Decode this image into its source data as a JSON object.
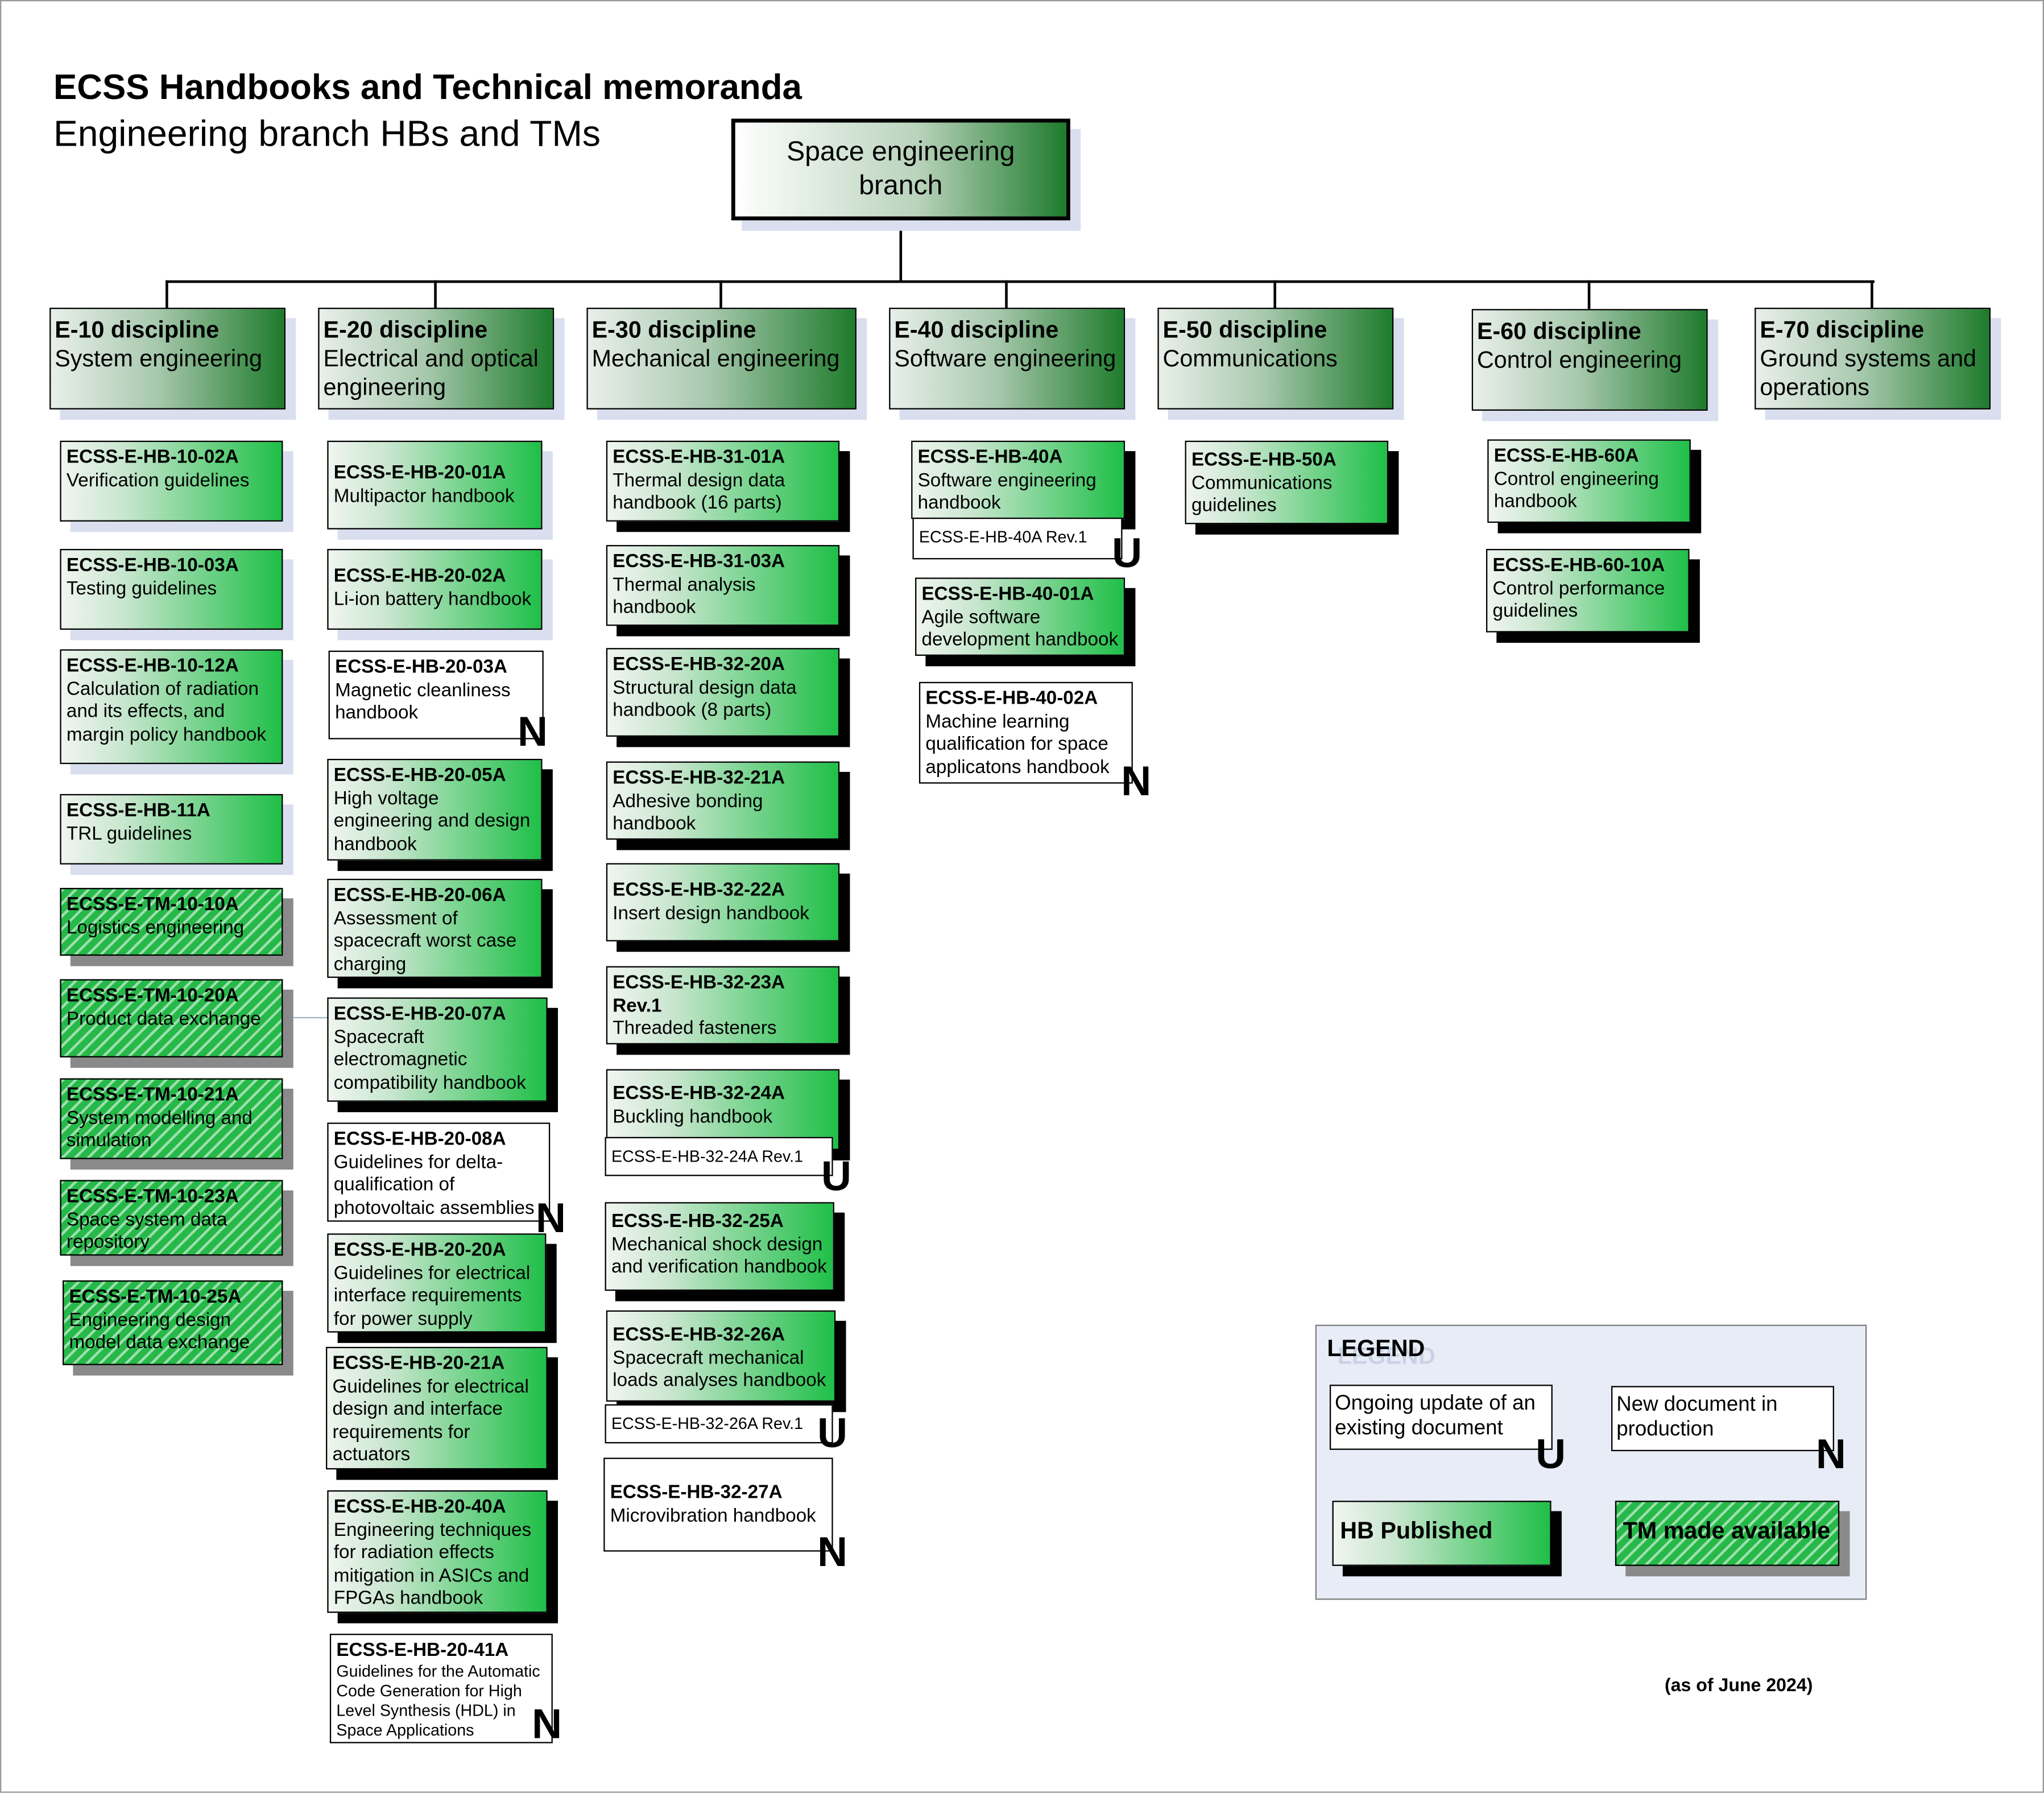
{
  "header": {
    "title": "ECSS Handbooks and Technical memoranda",
    "subtitle": "Engineering branch HBs and TMs"
  },
  "root": {
    "line1": "Space engineering",
    "line2": "branch"
  },
  "disciplines": [
    {
      "code": "E-10 discipline",
      "name": "System engineering"
    },
    {
      "code": "E-20 discipline",
      "name": "Electrical and optical engineering"
    },
    {
      "code": "E-30 discipline",
      "name": "Mechanical engineering"
    },
    {
      "code": "E-40 discipline",
      "name": "Software engineering"
    },
    {
      "code": "E-50 discipline",
      "name": "Communications"
    },
    {
      "code": "E-60 discipline",
      "name": "Control engineering"
    },
    {
      "code": "E-70 discipline",
      "name": "Ground systems and operations"
    }
  ],
  "e10": [
    {
      "code": "ECSS-E-HB-10-02A",
      "title": "Verification guidelines"
    },
    {
      "code": "ECSS-E-HB-10-03A",
      "title": "Testing guidelines"
    },
    {
      "code": "ECSS-E-HB-10-12A",
      "title": "Calculation of radiation and its effects, and margin policy handbook"
    },
    {
      "code": "ECSS-E-HB-11A",
      "title": "TRL guidelines"
    },
    {
      "code": "ECSS-E-TM-10-10A",
      "title": "Logistics engineering"
    },
    {
      "code": "ECSS-E-TM-10-20A",
      "title": "Product data exchange"
    },
    {
      "code": "ECSS-E-TM-10-21A",
      "title": "System modelling and simulation"
    },
    {
      "code": "ECSS-E-TM-10-23A",
      "title": "Space system data repository"
    },
    {
      "code": "ECSS-E-TM-10-25A",
      "title": "Engineering design model data exchange"
    }
  ],
  "e20": [
    {
      "code": "ECSS-E-HB-20-01A",
      "title": "Multipactor handbook"
    },
    {
      "code": "ECSS-E-HB-20-02A",
      "title": "Li-ion battery handbook"
    },
    {
      "code": "ECSS-E-HB-20-03A",
      "title": "Magnetic cleanliness handbook"
    },
    {
      "code": "ECSS-E-HB-20-05A",
      "title": "High voltage engineering and design handbook"
    },
    {
      "code": "ECSS-E-HB-20-06A",
      "title": "Assessment of spacecraft worst case charging"
    },
    {
      "code": "ECSS-E-HB-20-07A",
      "title": "Spacecraft electromagnetic compatibility handbook"
    },
    {
      "code": "ECSS-E-HB-20-08A",
      "title": "Guidelines for delta-qualification of photovoltaic assemblies"
    },
    {
      "code": "ECSS-E-HB-20-20A",
      "title": "Guidelines for electrical interface requirements for power supply"
    },
    {
      "code": "ECSS-E-HB-20-21A",
      "title": "Guidelines for electrical design and interface requirements for actuators"
    },
    {
      "code": "ECSS-E-HB-20-40A",
      "title": "Engineering techniques for radiation effects mitigation in ASICs and FPGAs handbook"
    },
    {
      "code": "ECSS-E-HB-20-41A",
      "title": "Guidelines for the Automatic Code Generation for High Level Synthesis (HDL) in Space Applications"
    }
  ],
  "e30": [
    {
      "code": "ECSS-E-HB-31-01A",
      "title": "Thermal design data handbook  (16 parts)"
    },
    {
      "code": "ECSS-E-HB-31-03A",
      "title": "Thermal analysis handbook"
    },
    {
      "code": "ECSS-E-HB-32-20A",
      "title": "Structural design data handbook (8 parts)"
    },
    {
      "code": "ECSS-E-HB-32-21A",
      "title": "Adhesive bonding handbook"
    },
    {
      "code": "ECSS-E-HB-32-22A",
      "title": "Insert design handbook"
    },
    {
      "code": "ECSS-E-HB-32-23A Rev.1",
      "title": "Threaded fasteners handbook"
    },
    {
      "code": "ECSS-E-HB-32-24A",
      "title": "Buckling handbook"
    },
    {
      "code": "ECSS-E-HB-32-25A",
      "title": "Mechanical shock design and verification handbook"
    },
    {
      "code": "ECSS-E-HB-32-26A",
      "title": "Spacecraft mechanical loads analyses handbook"
    },
    {
      "code": "ECSS-E-HB-32-27A",
      "title": "Microvibration handbook"
    }
  ],
  "e30_revs": {
    "r1": "ECSS-E-HB-32-24A Rev.1",
    "r2": "ECSS-E-HB-32-26A Rev.1"
  },
  "e40": [
    {
      "code": "ECSS-E-HB-40A",
      "title": "Software engineering handbook"
    },
    {
      "code": "ECSS-E-HB-40-01A",
      "title": "Agile software development handbook"
    },
    {
      "code": "ECSS-E-HB-40-02A",
      "title": "Machine learning qualification for space applicatons handbook"
    }
  ],
  "e40_revs": {
    "r1": "ECSS-E-HB-40A Rev.1"
  },
  "e50": [
    {
      "code": "ECSS-E-HB-50A",
      "title": "Communications guidelines"
    }
  ],
  "e60": [
    {
      "code": "ECSS-E-HB-60A",
      "title": "Control engineering handbook"
    },
    {
      "code": "ECSS-E-HB-60-10A",
      "title": "Control performance guidelines"
    }
  ],
  "marks": {
    "update": "U",
    "new": "N"
  },
  "legend": {
    "title": "LEGEND",
    "ghost": "LEGEND",
    "update": "Ongoing update of an existing document",
    "new": "New document in production",
    "hb": "HB Published",
    "tm": "TM made available"
  },
  "as_of": "(as of June 2024)",
  "colors": {
    "green": "#1fbf48",
    "dark_green": "#1e7b2c",
    "legend_bg": "#e7ecf6"
  }
}
